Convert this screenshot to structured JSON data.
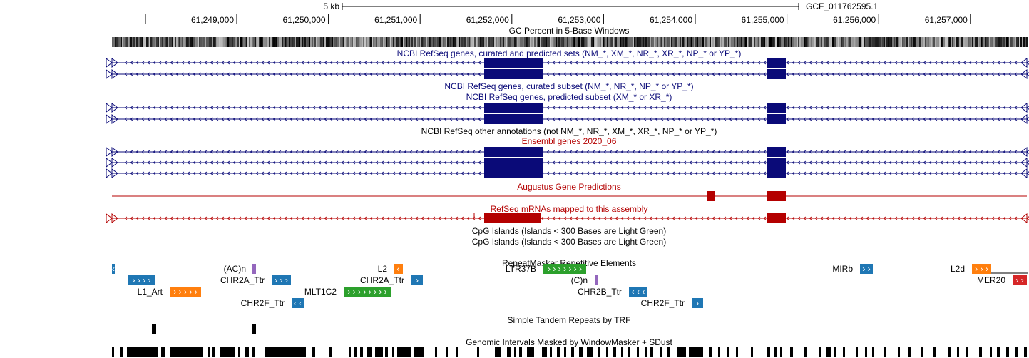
{
  "ruler": {
    "scale_label": "5 kb",
    "assembly": "GCF_011762595.1",
    "ticks": [
      "61,249,000",
      "61,250,000",
      "61,251,000",
      "61,252,000",
      "61,253,000",
      "61,254,000",
      "61,255,000",
      "61,256,000",
      "61,257,000"
    ]
  },
  "tracks": {
    "gc_percent": {
      "title": "GC Percent in 5-Base Windows"
    },
    "refseq_all": {
      "title": "NCBI RefSeq genes, curated and predicted sets (NM_*, XM_*, NR_*, XR_*, NP_* or YP_*)",
      "rows": 2
    },
    "refseq_curated": {
      "title": "NCBI RefSeq genes, curated subset (NM_*, NR_*, NP_* or YP_*)"
    },
    "refseq_predicted": {
      "title": "NCBI RefSeq genes, predicted subset (XM_* or XR_*)",
      "rows": 2
    },
    "refseq_other": {
      "title": "NCBI RefSeq other annotations (not NM_*, NR_*, XM_*, XR_*, NP_* or YP_*)"
    },
    "ensembl": {
      "title": "Ensembl genes 2020_06",
      "rows": 3
    },
    "augustus": {
      "title": "Augustus Gene Predictions"
    },
    "refseq_mrna": {
      "title": "RefSeq mRNAs mapped to this assembly"
    },
    "cpg1": {
      "title": "CpG Islands (Islands < 300 Bases are Light Green)"
    },
    "cpg2": {
      "title": "CpG Islands (Islands < 300 Bases are Light Green)"
    },
    "repeatmasker": {
      "title": "RepeatMasker Repetitive Elements",
      "elements": [
        {
          "label": "",
          "glyph": "‹",
          "color": "#1f77b4"
        },
        {
          "label": "L1_Art",
          "glyph": "› › › › ›",
          "color": "#ff7f0e"
        },
        {
          "label": "",
          "glyph": "› › › ›",
          "color": "#1f77b4"
        },
        {
          "label": "(AC)n",
          "glyph": "",
          "color": "#9467bd"
        },
        {
          "label": "CHR2A_Ttr",
          "glyph": "› › ›",
          "color": "#1f77b4"
        },
        {
          "label": "CHR2F_Ttr",
          "glyph": "‹ ‹",
          "color": "#1f77b4"
        },
        {
          "label": "MLT1C2",
          "glyph": "› › › › › › › ›",
          "color": "#2ca02c"
        },
        {
          "label": "L2",
          "glyph": "‹",
          "color": "#ff7f0e"
        },
        {
          "label": "CHR2A_Ttr",
          "glyph": "›",
          "color": "#1f77b4"
        },
        {
          "label": "LTR37B",
          "glyph": "› › › › › › ›",
          "color": "#2ca02c"
        },
        {
          "label": "(C)n",
          "glyph": "",
          "color": "#9467bd"
        },
        {
          "label": "CHR2B_Ttr",
          "glyph": "‹ ‹ ‹",
          "color": "#1f77b4"
        },
        {
          "label": "CHR2F_Ttr",
          "glyph": "›",
          "color": "#1f77b4"
        },
        {
          "label": "MIRb",
          "glyph": "› ›",
          "color": "#1f77b4"
        },
        {
          "label": "L2d",
          "glyph": "› › ›",
          "color": "#ff7f0e"
        },
        {
          "label": "MER20",
          "glyph": "› ›",
          "color": "#d62728"
        }
      ]
    },
    "trf": {
      "title": "Simple Tandem Repeats by TRF"
    },
    "windowmasker": {
      "title": "Genomic Intervals Masked by WindowMasker + SDust"
    }
  },
  "colors": {
    "refseq": "#0a0a78",
    "ensembl": "#0a0a78",
    "augustus": "#b40000",
    "mrna": "#b40000",
    "repeat_label": "#000000"
  }
}
